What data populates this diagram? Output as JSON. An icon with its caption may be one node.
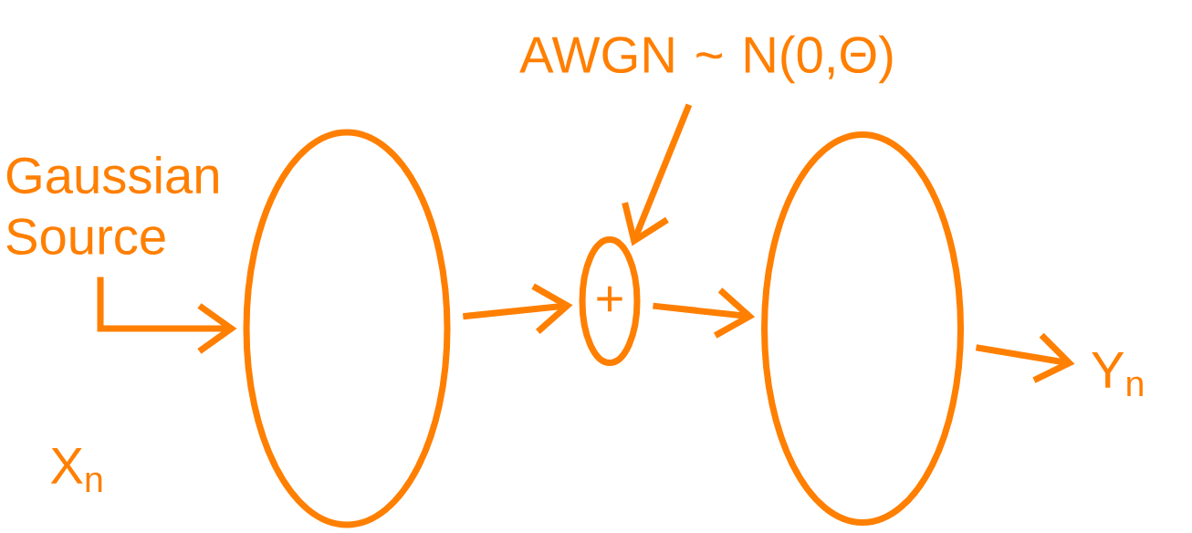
{
  "diagram": {
    "nodes": [
      {
        "text": [
          "Gaussian Source"
        ]
      },
      {
        "text": [],
        "shape": "ellipse"
      },
      {
        "text": [
          "AWGN ~ N(0,Θ)"
        ]
      },
      {
        "text": [
          "+"
        ]
      },
      {
        "text": [],
        "shape": "ellipse"
      },
      {
        "text": [
          "Y$_{n}$"
        ]
      }
    ],
    "edges": [
      {
        "from": 0,
        "to": 1,
        "arrow": "to"
      },
      {
        "from": 1,
        "to": 3,
        "arrow": "to"
      },
      {
        "from": 2,
        "to": 3,
        "arrow": "to"
      },
      {
        "from": 3,
        "to": 4,
        "arrow": "to"
      },
      {
        "from": 4,
        "to": 5,
        "arrow": "to"
      }
    ],
    "labels": [
      "X$_{n}$"
    ]
  }
}
